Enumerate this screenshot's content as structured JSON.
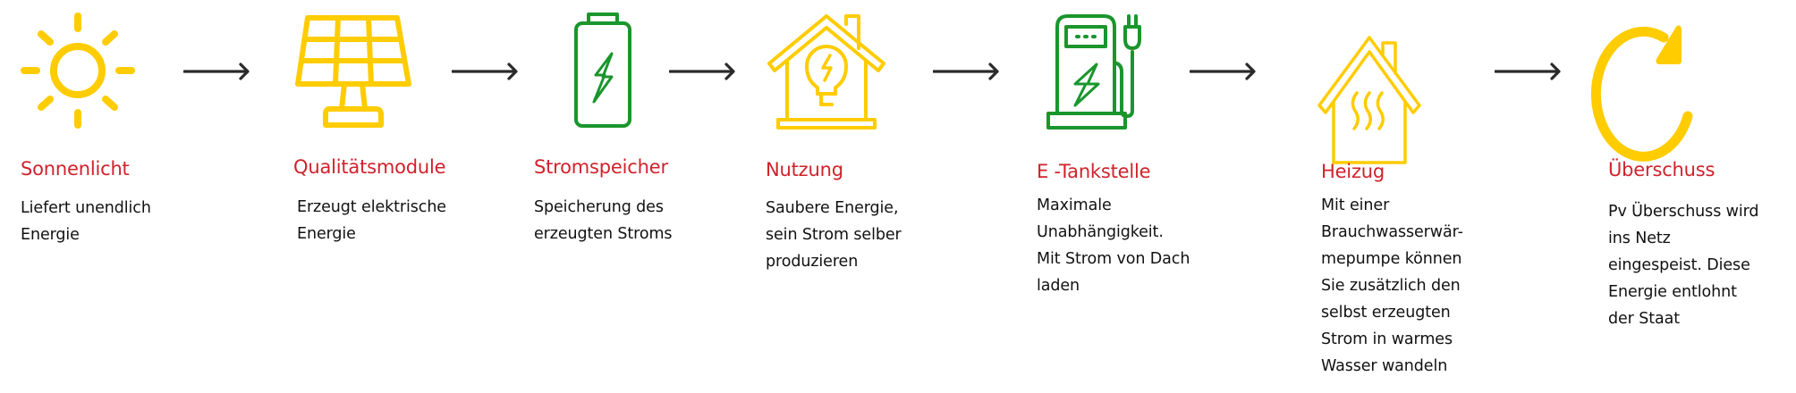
{
  "colors": {
    "accent_yellow": "#ffcc00",
    "accent_green": "#1a962c",
    "title_red": "#d0222b",
    "text": "#111111",
    "arrow": "#2a2a2a"
  },
  "steps": [
    {
      "icon": "sun-icon",
      "title": "Sonnenlicht",
      "description": "Liefert unendlich\nEnergie"
    },
    {
      "icon": "solar-panel-icon",
      "title": "Qualitätsmodule",
      "description": "Erzeugt elektrische\nEnergie"
    },
    {
      "icon": "battery-icon",
      "title": "Stromspeicher",
      "description": "Speicherung des\nerzeugten Stroms"
    },
    {
      "icon": "house-lightbulb-icon",
      "title": "Nutzung",
      "description": "Saubere Energie,\nsein Strom selber\nproduzieren"
    },
    {
      "icon": "ev-charging-station-icon",
      "title": "E -Tankstelle",
      "description": "Maximale\nUnabhängigkeit.\nMit Strom von Dach\nladen"
    },
    {
      "icon": "house-heating-icon",
      "title": "Heizug",
      "description": "Mit einer\nBrauchwasserwär-\nmepumpe können\nSie zusätzlich den\nselbst erzeugten\nStrom in warmes\nWasser wandeln"
    },
    {
      "icon": "refresh-cycle-icon",
      "title": "Überschuss",
      "description": "Pv Überschuss wird\nins Netz\neingespeist. Diese\nEnergie entlohnt\nder Staat"
    }
  ],
  "connectors": [
    "arrow-right-icon",
    "arrow-right-icon",
    "arrow-right-icon",
    "arrow-right-icon",
    "arrow-right-icon",
    "arrow-right-icon"
  ]
}
